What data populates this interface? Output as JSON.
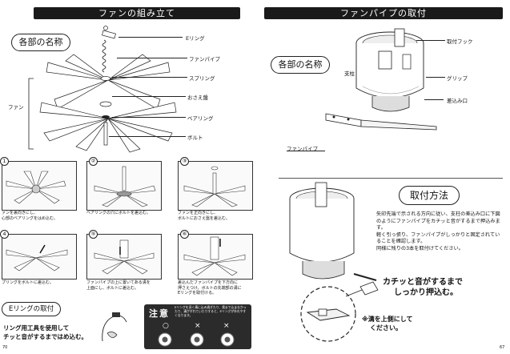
{
  "left_page": {
    "header": "ファンの組み立て",
    "parts_title": "各部の名称",
    "fan_label": "ファン",
    "part_labels": [
      "Eリング",
      "ファンパイプ",
      "スプリング",
      "おさえ盤",
      "ベアリング",
      "ボルト"
    ],
    "steps": [
      {
        "num": "1",
        "caption": "ァンを裏向きにし、\n心部のベアリングをはめ込む。"
      },
      {
        "num": "②",
        "caption": "ベアリングの穴にボルトを差込む。"
      },
      {
        "num": "③",
        "caption": "ファンを正向きにし、\nボルトにおさえ盤を差込む。"
      },
      {
        "num": "4",
        "caption": "プリングをボルトに差込む。"
      },
      {
        "num": "⑤",
        "caption": "ファンパイプの上に置いてある溝を\n上面にし、ボルトに差込む。"
      },
      {
        "num": "⑥",
        "caption": "差込んだファンパイプを下方向に\n押さえつけ、ボルトの先端部の溝に\nEリングを取付ける。"
      }
    ],
    "ering_title": "Eリングの取付",
    "ering_text_1": "リング用工具を使用して",
    "ering_text_2": "チッと音がするまではめ込む。",
    "caution_label": "注意",
    "caution_text": "Eリングを深く溝に込み過ぎたり、奥まで込まなかったり、溝がずれていたりすると、Eリングが外れやすくなります。",
    "marks": [
      "○",
      "×",
      "×"
    ],
    "page_number": "70"
  },
  "right_page": {
    "header": "ファンパイプの取付",
    "parts_title": "各部の名称",
    "labels": {
      "hook": "取付フック",
      "post": "支柱",
      "grip": "グリップ",
      "slot": "差込み口",
      "pipe": "ファンパイプ"
    },
    "method_title": "取付方法",
    "instructions": "矢印先端で示される方向に従い、支柱の差込み口に下図のようにファンパイプをカチッと音がするまで押込みます。\n軽く引っ張り、ファンパイプがしっかりと固定されていることを確認します。\n同様に残りの3本を取付けてください。",
    "click_text_1": "カチッと音がするまで",
    "click_text_2": "しっかり押込む。",
    "note_text_1": "※溝を上側にして",
    "note_text_2": "ください。",
    "page_number": "67"
  }
}
